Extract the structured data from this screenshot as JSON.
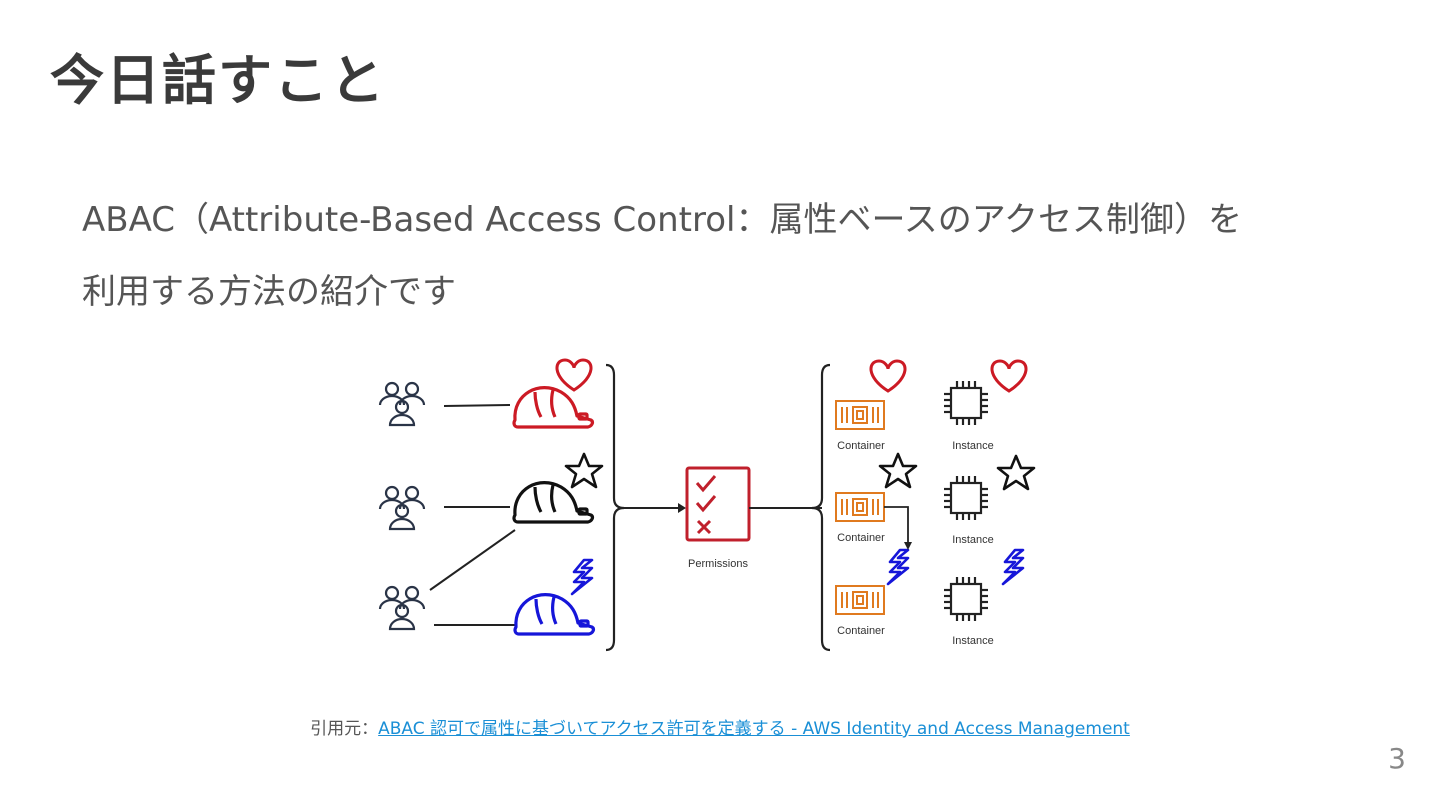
{
  "slide": {
    "title": "今日話すこと",
    "body_line1": "ABAC（Attribute-Based Access Control：属性ベースのアクセス制御）を",
    "body_line2": "利用する方法の紹介です",
    "page_number": "3"
  },
  "diagram": {
    "permissions_label": "Permissions",
    "container_label": "Container",
    "instance_label": "Instance",
    "colors": {
      "heart": "#cc1a24",
      "star": "#111111",
      "bolt": "#1616d9",
      "container": "#e07a1f",
      "permissions": "#c0202c",
      "users": "#2a3447"
    },
    "icons": [
      "users-icon",
      "hard-hat-icon",
      "heart-icon",
      "star-icon",
      "lightning-icon",
      "permissions-checklist-icon",
      "container-icon",
      "instance-chip-icon"
    ]
  },
  "citation": {
    "prefix": "引用元：",
    "link_text": "ABAC 認可で属性に基づいてアクセス許可を定義する - AWS Identity and Access Management"
  }
}
